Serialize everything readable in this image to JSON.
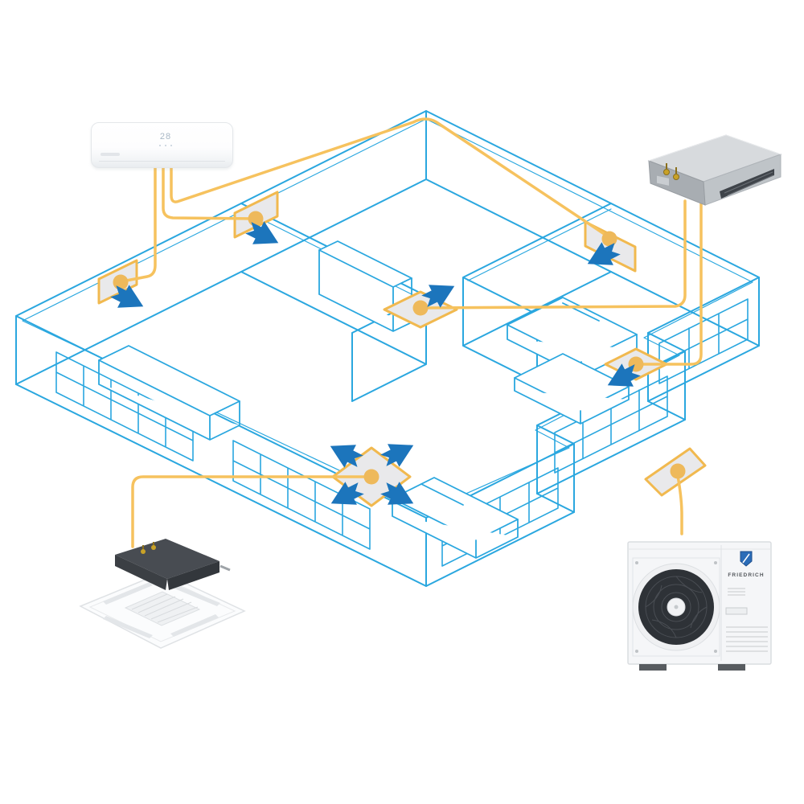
{
  "scene": {
    "kind": "multi-zone-hvac-isometric-floorplan-diagram",
    "background": "#FFFFFF"
  },
  "palette": {
    "floorplan_line": "#2AA7DF",
    "airflow_arrow": "#1C75BC",
    "refrigerant_line": "#F6C25E",
    "zone_border": "#F1B94F",
    "zone_fill": "#E9E9EB",
    "zone_dot": "#EEB95B"
  },
  "indoor_units": {
    "wall_mounted": {
      "name": "wall-mounted indoor unit",
      "display_temperature": "28"
    },
    "ducted": {
      "name": "concealed ducted indoor unit"
    },
    "cassette": {
      "name": "ceiling cassette indoor unit"
    }
  },
  "outdoor_unit": {
    "name": "outdoor condenser unit",
    "brand": "FRIEDRICH"
  },
  "zones": [
    {
      "id": "zone-1",
      "mount": "wall",
      "airflow_arrows": 1
    },
    {
      "id": "zone-2",
      "mount": "wall",
      "airflow_arrows": 1
    },
    {
      "id": "zone-3",
      "mount": "wall",
      "airflow_arrows": 1
    },
    {
      "id": "zone-4",
      "mount": "floor",
      "airflow_arrows": 1
    },
    {
      "id": "zone-5",
      "mount": "floor",
      "airflow_arrows": 1
    },
    {
      "id": "zone-6",
      "mount": "floor",
      "airflow_arrows": 4
    },
    {
      "id": "zone-7",
      "mount": "ground",
      "airflow_arrows": 0
    }
  ]
}
